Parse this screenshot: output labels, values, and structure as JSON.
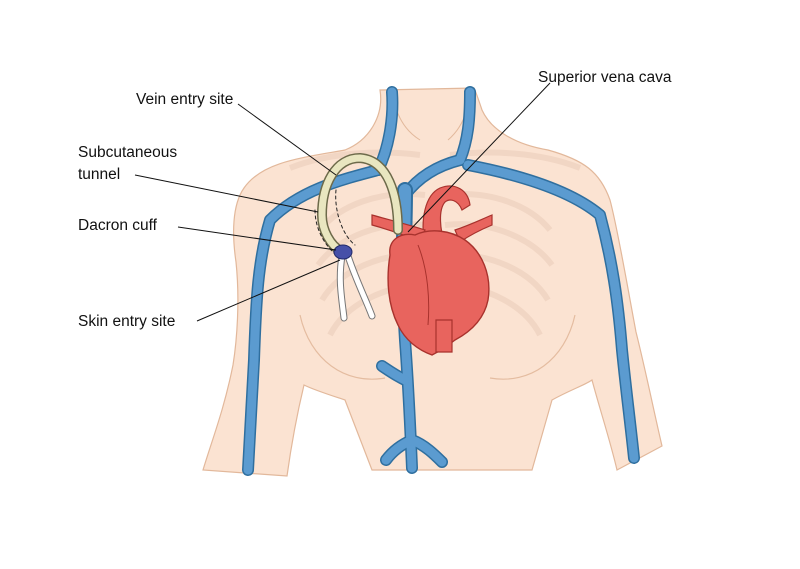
{
  "labels": {
    "vein_entry_site": "Vein entry site",
    "subcutaneous_line1": "Subcutaneous",
    "subcutaneous_line2": "tunnel",
    "dacron_cuff": "Dacron cuff",
    "skin_entry_site": "Skin entry site",
    "superior_vena_cava": "Superior vena cava"
  },
  "colors": {
    "skin": "#fbe3d2",
    "skin_outline": "#e2b89b",
    "bone": "#f1d5c3",
    "vein": "#5b9bd0",
    "vein_outline": "#2f6f9f",
    "heart": "#e8645e",
    "heart_outline": "#a8322d",
    "catheter": "#e9e6c0",
    "cuff": "#4650a8",
    "leader": "#111111"
  }
}
